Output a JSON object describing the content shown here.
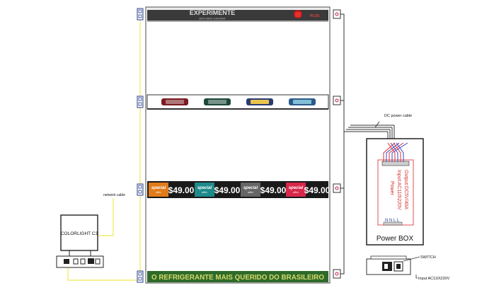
{
  "top_banner": {
    "title": "EXPERIMENTE",
    "subtitle": "80% MAIS CAFEÍNA",
    "badge": "PLUS"
  },
  "price_strip": {
    "tags": [
      {
        "label": "special",
        "sub": "offer",
        "price": "$49.00",
        "color": "#e07b1a"
      },
      {
        "label": "special",
        "sub": "offer",
        "price": "$49.00",
        "color": "#1f8a8a"
      },
      {
        "label": "special",
        "sub": "offer",
        "price": "$49.00",
        "color": "#666666"
      },
      {
        "label": "special",
        "sub": "offer",
        "price": "$49.00",
        "color": "#d8284a"
      }
    ]
  },
  "bottom_banner": {
    "text": "O REFRIGERANTE MAIS QUERIDO DO BRASILEIRO"
  },
  "controller": {
    "label": "COLORLIGHT C3"
  },
  "labels": {
    "network_cable": "network cable",
    "dc_power_cable": "DC power cable",
    "switch": "SWITCH",
    "input": "Input AC110\\220V"
  },
  "power_box": {
    "title": "Power BOX",
    "module_lines": [
      "Power",
      "Input:AC110\\220V",
      "Output:DC5V/40A"
    ],
    "terminals": "N N L L"
  },
  "colors": {
    "network_cable": "#f2ee6e",
    "dc_positive": "#d93030",
    "dc_negative": "#3344cc",
    "module_border": "#e05050",
    "price_background": "#1a1a1a",
    "bottom_banner_bg": "#2e6b2a",
    "bottom_banner_text": "#d6d86a"
  }
}
